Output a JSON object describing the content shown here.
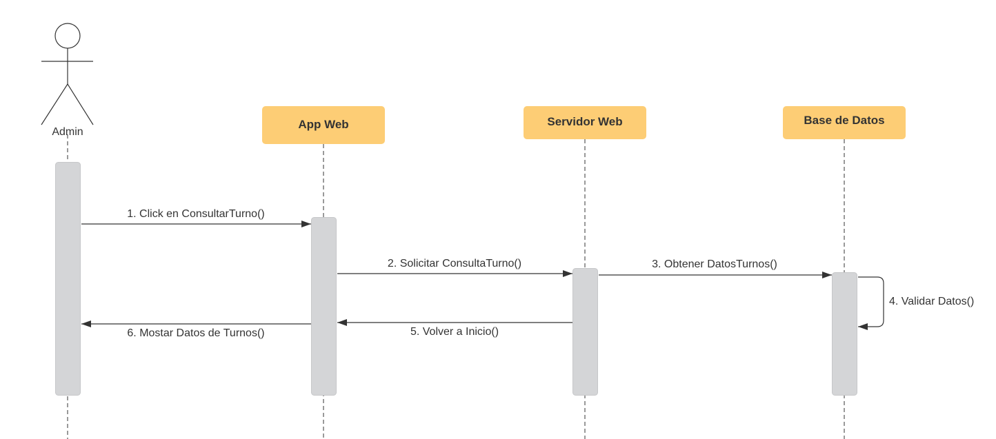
{
  "diagram": {
    "type": "sequence",
    "actor": {
      "id": "admin",
      "label": "Admin"
    },
    "participants": [
      {
        "id": "app",
        "label": "App Web"
      },
      {
        "id": "server",
        "label": "Servidor Web"
      },
      {
        "id": "db",
        "label": "Base de Datos"
      }
    ],
    "messages": [
      {
        "id": "m1",
        "from": "admin",
        "to": "app",
        "label": "1. Click en ConsultarTurno()"
      },
      {
        "id": "m2",
        "from": "app",
        "to": "server",
        "label": "2. Solicitar ConsultaTurno()"
      },
      {
        "id": "m3",
        "from": "server",
        "to": "db",
        "label": "3. Obtener DatosTurnos()"
      },
      {
        "id": "m4",
        "from": "db",
        "to": "db",
        "label": "4. Validar Datos()"
      },
      {
        "id": "m5",
        "from": "server",
        "to": "app",
        "label": "5. Volver a Inicio()"
      },
      {
        "id": "m6",
        "from": "app",
        "to": "admin",
        "label": "6. Mostar Datos de Turnos()"
      }
    ],
    "colors": {
      "participant_fill": "#fdcd75",
      "activation_fill": "#d4d5d7",
      "line": "#333333",
      "text": "#333333"
    }
  }
}
